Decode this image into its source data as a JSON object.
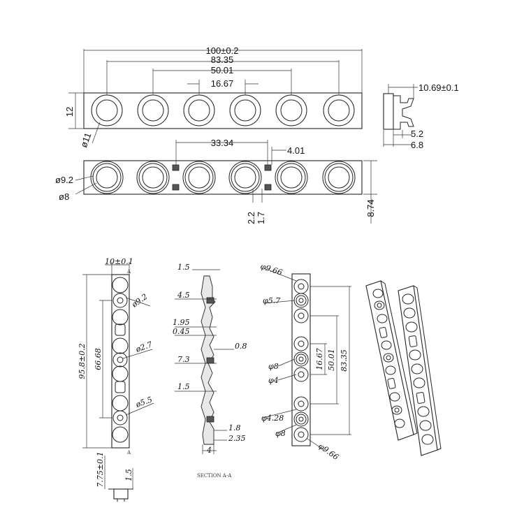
{
  "top_view": {
    "d_length": "100±0.2",
    "d_outer_pitch": "83.35",
    "d_mid_pitch": "50.01",
    "d_pitch": "16.67",
    "d_height": "12",
    "d_lens": "ø11"
  },
  "side_view": {
    "d_thickness": "10.69±0.1",
    "d_a": "5.2",
    "d_b": "6.8"
  },
  "bottom_view": {
    "d_span": "33.34",
    "d_gap": "4.01",
    "d_outer": "ø9.2",
    "d_inner": "ø8",
    "d_c": "2.2",
    "d_d": "1.7",
    "d_height": "8.74"
  },
  "front_view": {
    "d_width": "10±0.1",
    "d_length": "95.8±0.2",
    "d_inner": "66.68",
    "d_hole1": "ø9.2",
    "d_hole2": "ø2.7",
    "d_hole3": "ø5.5",
    "marker": "A"
  },
  "section_view": {
    "d1": "1.5",
    "d2": "4.5",
    "d3": "1.95",
    "d4": "0.45",
    "d5": "0.8",
    "d6": "7.3",
    "d7": "1.5",
    "d8": "1.8",
    "d9": "2.35",
    "d10": "4",
    "caption": "SECTION A-A"
  },
  "small_side": {
    "d1": "7.75±0.1",
    "d2": "1.5"
  },
  "rear_view": {
    "d1": "φ9.66",
    "d2": "φ5.7",
    "d3": "φ8",
    "d4": "φ4",
    "d5": "φ4.28",
    "d6": "φ8",
    "d7": "φ9.66",
    "d8": "16.67",
    "d9": "50.01",
    "d10": "83.35"
  }
}
